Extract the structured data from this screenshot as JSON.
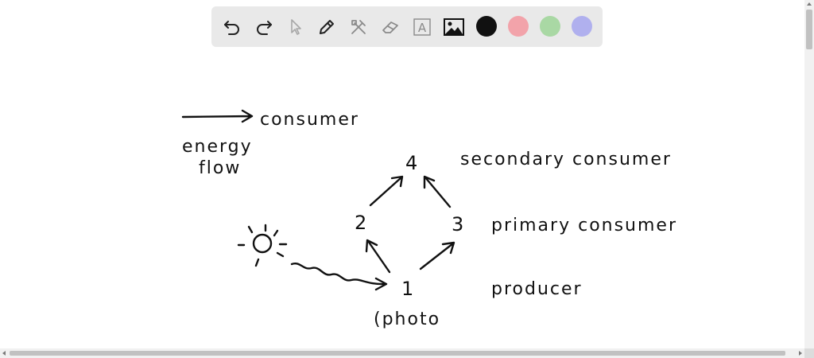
{
  "toolbar": {
    "tools": [
      {
        "name": "undo-icon",
        "title": "Undo"
      },
      {
        "name": "redo-icon",
        "title": "Redo"
      },
      {
        "name": "select-icon",
        "title": "Select"
      },
      {
        "name": "pen-icon",
        "title": "Pen"
      },
      {
        "name": "tools-icon",
        "title": "Tools"
      },
      {
        "name": "eraser-icon",
        "title": "Eraser"
      },
      {
        "name": "text-icon",
        "title": "Text"
      },
      {
        "name": "image-icon",
        "title": "Image"
      }
    ],
    "text_tool_glyph": "A",
    "colors": [
      {
        "name": "color-black",
        "hex": "#111111"
      },
      {
        "name": "color-red",
        "hex": "#f2a3aa"
      },
      {
        "name": "color-green",
        "hex": "#a9d8a4"
      },
      {
        "name": "color-purple",
        "hex": "#b0b0ee"
      }
    ]
  },
  "drawing": {
    "legend_label": "consumer",
    "energy_flow_line1": "energy",
    "energy_flow_line2": "flow",
    "node_4": "4",
    "node_2": "2",
    "node_3": "3",
    "node_1": "1",
    "label_secondary": "secondary consumer",
    "label_primary": "primary consumer",
    "label_producer": "producer",
    "label_photo": "(photo"
  }
}
